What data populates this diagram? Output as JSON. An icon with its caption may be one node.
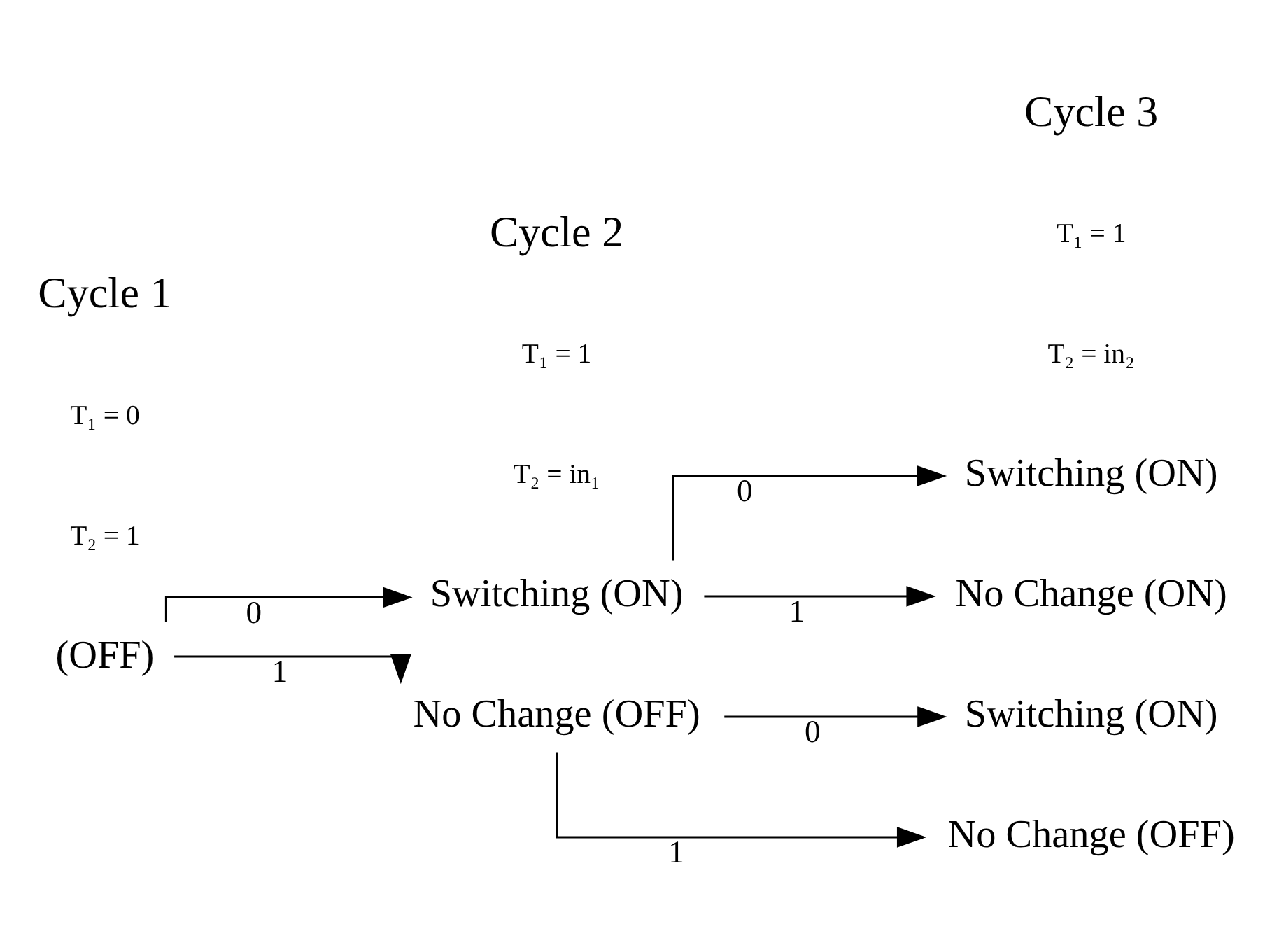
{
  "diagram": {
    "nodes": [
      {
        "text": [
          "(OFF)"
        ]
      },
      {
        "text": [
          "Switching (ON)"
        ]
      },
      {
        "text": [
          "No Change (OFF)"
        ]
      },
      {
        "text": [
          "Switching (ON)"
        ]
      },
      {
        "text": [
          "No Change (ON)"
        ]
      },
      {
        "text": [
          "Switching (ON)"
        ]
      },
      {
        "text": [
          "No Change (OFF)"
        ]
      }
    ],
    "edges": [
      {
        "from": 0,
        "to": 1,
        "arrow": "to",
        "label": "0"
      },
      {
        "from": 0,
        "to": 2,
        "arrow": "to",
        "label": "1"
      },
      {
        "from": 1,
        "to": 3,
        "arrow": "to",
        "label": "0"
      },
      {
        "from": 1,
        "to": 4,
        "arrow": "to",
        "label": "1"
      },
      {
        "from": 2,
        "to": 5,
        "arrow": "to",
        "label": "0"
      },
      {
        "from": 2,
        "to": 6,
        "arrow": "to",
        "label": "1"
      }
    ],
    "labels": [
      "Cycle 1",
      "Cycle 2",
      "Cycle 3",
      "T₁ = 0",
      "T₂ = 1",
      "T₁ = 1",
      "T₂ = in₁",
      "T₁ = 1",
      "T₂ = in₂"
    ]
  }
}
